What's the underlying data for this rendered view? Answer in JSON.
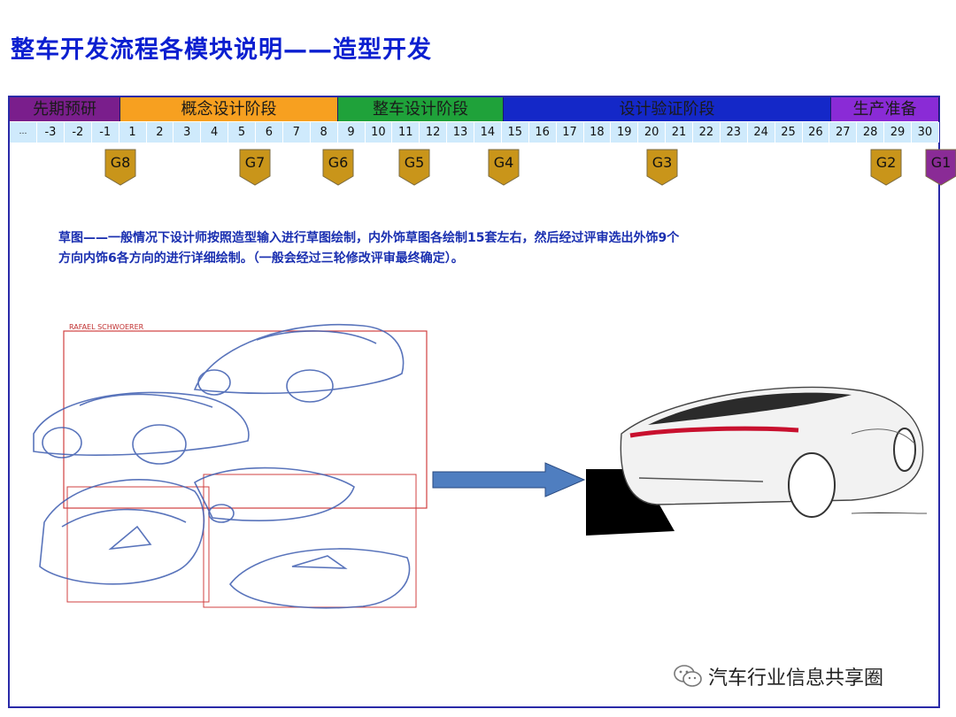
{
  "title": "整车开发流程各模块说明——造型开发",
  "phases": [
    {
      "label": "先期预研",
      "color": "#7a1e8c"
    },
    {
      "label": "概念设计阶段",
      "color": "#f7a020"
    },
    {
      "label": "整车设计阶段",
      "color": "#1fa23a"
    },
    {
      "label": "设计验证阶段",
      "color": "#1428c8"
    },
    {
      "label": "生产准备",
      "color": "#8a2bd6"
    }
  ],
  "numbers": [
    "…",
    "-3",
    "-2",
    "-1",
    "1",
    "2",
    "3",
    "4",
    "5",
    "6",
    "7",
    "8",
    "9",
    "10",
    "11",
    "12",
    "13",
    "14",
    "15",
    "16",
    "17",
    "18",
    "19",
    "20",
    "21",
    "22",
    "23",
    "24",
    "25",
    "26",
    "27",
    "28",
    "29",
    "30"
  ],
  "gates": [
    {
      "label": "G8",
      "color": "#c9951a"
    },
    {
      "label": "G7",
      "color": "#c9951a"
    },
    {
      "label": "G6",
      "color": "#c9951a"
    },
    {
      "label": "G5",
      "color": "#c9951a"
    },
    {
      "label": "G4",
      "color": "#c9951a"
    },
    {
      "label": "G3",
      "color": "#c9951a"
    },
    {
      "label": "G2",
      "color": "#c9951a"
    },
    {
      "label": "G1",
      "color": "#8a2b96"
    }
  ],
  "description": {
    "line1": "草图——一般情况下设计师按照造型输入进行草图绘制，内外饰草图各绘制15套左右，然后经过评审选出外饰9个",
    "line2": "方向内饰6各方向的进行详细绘制。（一般会经过三轮修改评审最终确定）。"
  },
  "sketch_caption": "RAFAEL SCHWOERER",
  "watermark": "汽车行业信息共享圈"
}
